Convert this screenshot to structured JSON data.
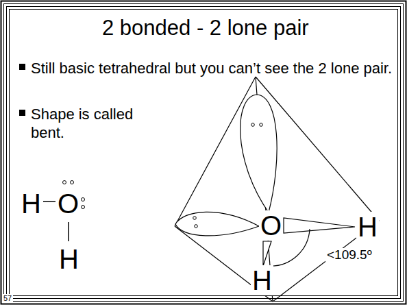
{
  "diagram": {
    "title": "2 bonded - 2 lone pair",
    "labels": [
      "Still basic tetrahedral but you can’t see the 2 lone pair.",
      "Shape is called bent.",
      "H",
      "O",
      "H",
      "O",
      "H",
      "H",
      "<109.5º",
      "57"
    ]
  }
}
